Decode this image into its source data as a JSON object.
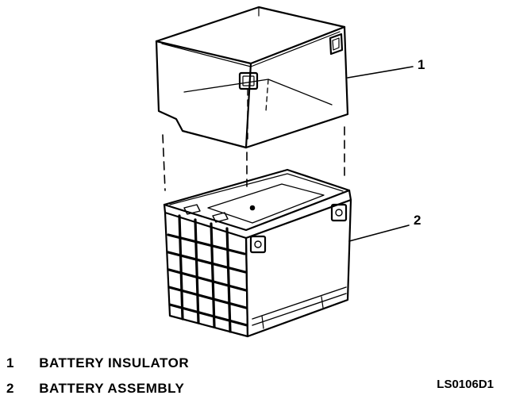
{
  "callouts": {
    "c1": "1",
    "c2": "2"
  },
  "legend": [
    {
      "number": "1",
      "label": "BATTERY INSULATOR"
    },
    {
      "number": "2",
      "label": "BATTERY ASSEMBLY"
    }
  ],
  "figure_code": "LS0106D1"
}
